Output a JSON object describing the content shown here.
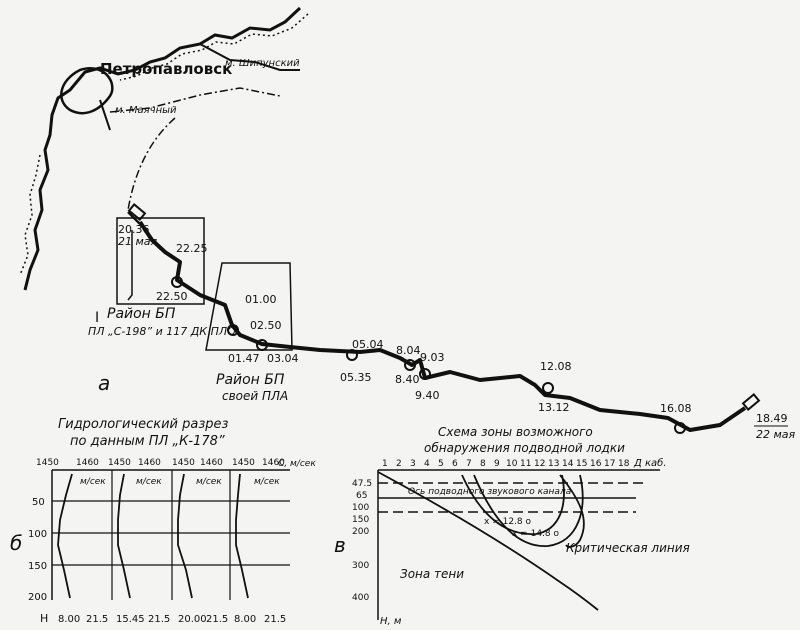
{
  "map": {
    "city": "Петропавловск",
    "cape_shipunsky": "м. Шипунский",
    "cape_mayachny": "м. Маячный",
    "start_time": "20.36",
    "start_date": "21 мая",
    "end_time": "18.49",
    "end_date": "22 мая",
    "times": [
      "22.25",
      "22.50",
      "01.00",
      "02.50",
      "01.47",
      "03.04",
      "05.04",
      "05.35",
      "8.04",
      "9.03",
      "8.40",
      "9.40",
      "12.08",
      "13.12",
      "16.08"
    ],
    "area1_label": "Район БП",
    "area1_sub": "ПЛ „С-198” и 117 ДК ПЛО",
    "area1_mark": "I",
    "area2_label": "Район БП",
    "area2_sub": "своей ПЛА",
    "panel_letter": "а"
  },
  "hydro": {
    "letter": "б",
    "title_line1": "Гидрологический разрез",
    "title_line2": "по данным ПЛ „К-178”",
    "top_ticks": [
      "1450",
      "1460",
      "1450",
      "1460",
      "1450",
      "1460",
      "1450",
      "1460"
    ],
    "unit_c": "С, м/сек",
    "unit_ms": "м/сек",
    "depth_ticks": [
      "50",
      "100",
      "150",
      "200"
    ],
    "depth_label": "Н",
    "bottom_labels": [
      "8.00",
      "21.5",
      "15.45",
      "21.5",
      "20.00",
      "21.5",
      "8.00",
      "21.5"
    ]
  },
  "detect": {
    "letter": "в",
    "title_line1": "Схема зоны возможного",
    "title_line2": "обнаружения подводной лодки",
    "range_ticks": [
      "1",
      "2",
      "3",
      "4",
      "5",
      "6",
      "7",
      "8",
      "9",
      "10",
      "11",
      "12",
      "13",
      "14",
      "15",
      "16",
      "17",
      "18"
    ],
    "range_unit": "Д каб.",
    "depth_ticks": [
      "47.5",
      "65",
      "100",
      "150",
      "200",
      "300",
      "400"
    ],
    "depth_unit": "Н, м",
    "band_label": "Ось подводного звукового канала",
    "x1": "x = 12.8 о",
    "x2": "x = 14.8 о",
    "critical": "Критическая линия",
    "shadow": "Зона тени"
  }
}
